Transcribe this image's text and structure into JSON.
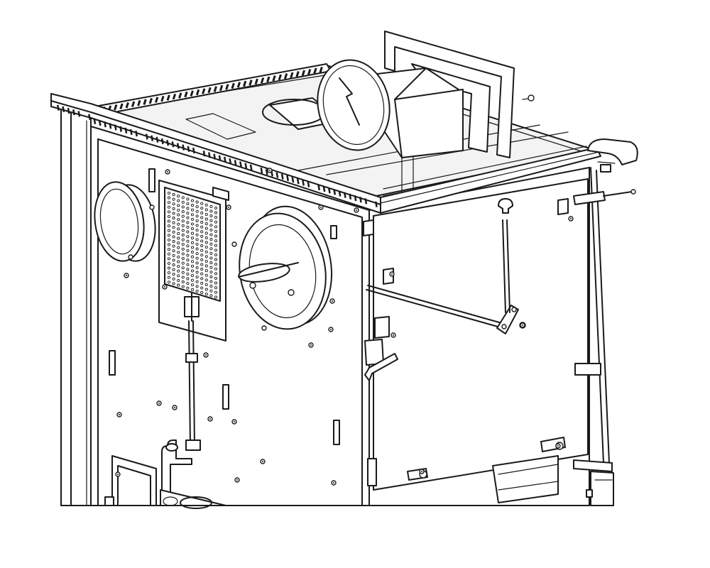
{
  "drawing": {
    "style": "technical line drawing",
    "line_color": "#1a1a1a",
    "background": "#ffffff",
    "parts": [
      "top-frame-rail",
      "top-ventilation-slots",
      "air-duct-connector",
      "flange-plate",
      "rear-panel",
      "side-panel",
      "perforated-grille",
      "round-duct-collar-left",
      "round-duct-damper-right",
      "connecting-rod",
      "mounting-brackets",
      "screws",
      "bottom-pipe"
    ]
  }
}
